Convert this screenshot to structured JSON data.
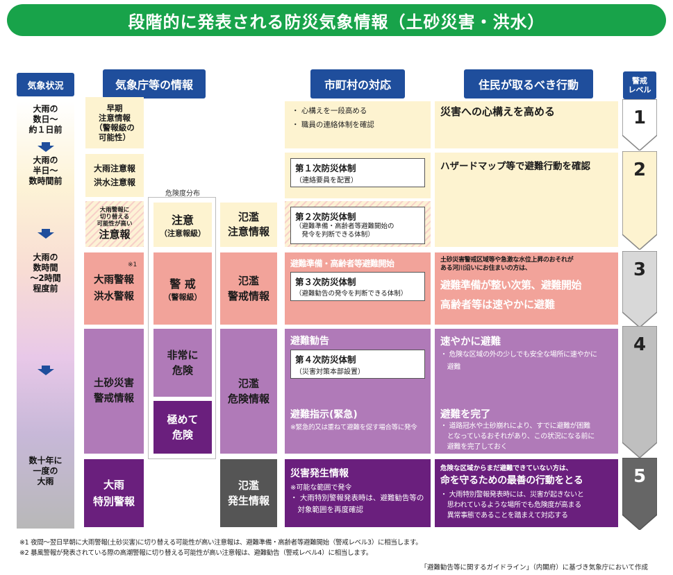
{
  "title": "段階的に発表される防災気象情報（土砂災害・洪水）",
  "headers": {
    "situation": "気象状況",
    "jma": "気象庁等の情報",
    "municipality": "市町村の対応",
    "residents": "住民が取るべき行動",
    "level": "警戒\nレベル"
  },
  "situations": {
    "s1": "大雨の\n数日～\n約１日前",
    "s2": "大雨の\n半日～\n数時間前",
    "s3": "大雨の\n数時間\n～2時間\n程度前",
    "s4": "数十年に\n一度の\n大雨"
  },
  "risk_map_label": "危険度分布",
  "jma": {
    "early": "早期\n注意情報\n（警報級の\n可能性）",
    "advisory": "大雨注意報\n洪水注意報",
    "switch_small": "大雨警報に\n切り替える\n可能性が高い",
    "switch_big": "注意報",
    "warning": "大雨警報\n洪水警報",
    "warning_note": "※1",
    "landslide": "土砂災害\n警戒情報",
    "emergency": "大雨\n特別警報"
  },
  "risk": {
    "caution": "注意",
    "caution_sub": "（注意報級）",
    "warning": "警 戒",
    "warning_sub": "（警報級）",
    "very_high": "非常に\n危険",
    "extreme": "極めて\n危険"
  },
  "flood": {
    "caution": "氾濫\n注意情報",
    "warning": "氾濫\n警戒情報",
    "danger": "氾濫\n危険情報",
    "occurrence": "氾濫\n発生情報"
  },
  "municipality": {
    "l1_bullet1": "・ 心構えを一段高める",
    "l1_bullet2": "・ 職員の連絡体制を確認",
    "l2_box_title": "第１次防災体制",
    "l2_box_sub": "（連絡要員を配置）",
    "l2b_box_title": "第２次防災体制",
    "l2b_box_sub": "（避難準備・高齢者等避難開始の\n　発令を判断できる体制）",
    "l3_title": "避難準備・高齢者等避難開始",
    "l3_box_title": "第３次防災体制",
    "l3_box_sub": "（避難勧告の発令を判断できる体制）",
    "l4_title": "避難勧告",
    "l4_box_title": "第４次防災体制",
    "l4_box_sub": "（災害対策本部設置）",
    "l4b_title": "避難指示(緊急)",
    "l4b_note": "※緊急的又は重ねて避難を促す場合等に発令",
    "l5_title": "災害発生情報",
    "l5_note": "※可能な範囲で発令",
    "l5_bullet": "・ 大雨特別警報発表時は、避難勧告等の\n　対象範囲を再度確認"
  },
  "residents": {
    "l1": "災害への心構えを高める",
    "l2": "ハザードマップ等で避難行動を確認",
    "l3_small": "土砂災害警戒区域等や急激な水位上昇のおそれが\nある河川沿いにお住まいの方は、",
    "l3_big1": "避難準備が整い次第、避難開始",
    "l3_big2": "高齢者等は速やかに避難",
    "l4_title": "速やかに避難",
    "l4_bullet": "・ 危険な区域の外の少しでも安全な場所に速やかに\n　避難",
    "l4b_title": "避難を完了",
    "l4b_bullet": "・ 道路冠水や土砂崩れにより、すでに避難が困難\n　となっているおそれがあり、この状況になる前に\n　避難を完了しておく",
    "l5_small": "危険な区域からまだ避難できていない方は、",
    "l5_big": "命を守るための最善の行動をとる",
    "l5_bullet": "・ 大雨特別警報発表時には、災害が起きないと\n　思われているような場所でも危険度が高まる\n　異常事態であることを踏まえて対応する"
  },
  "levels": [
    "1",
    "2",
    "3",
    "4",
    "5"
  ],
  "footnotes": {
    "n1": "※1 夜間～翌日早朝に大雨警報(土砂災害)に切り替える可能性が高い注意報は、避難準備・高齢者等避難開始（警戒レベル3）に相当します。",
    "n2": "※2 暴風警報が発表されている際の高潮警報に切り替える可能性が高い注意報は、避難勧告（警戒レベル4）に相当します。",
    "source": "「避難勧告等に関するガイドライン」（内閣府）に基づき気象庁において作成"
  },
  "colors": {
    "title_green": "#18a34a",
    "header_blue": "#1f4e9c",
    "level1_yellow": "#fdf3d0",
    "level3_red": "#f2a39a",
    "level4_purple": "#b07ab8",
    "level5_darkpurple": "#6a1f7d",
    "flood_occurrence_gray": "#555555"
  }
}
